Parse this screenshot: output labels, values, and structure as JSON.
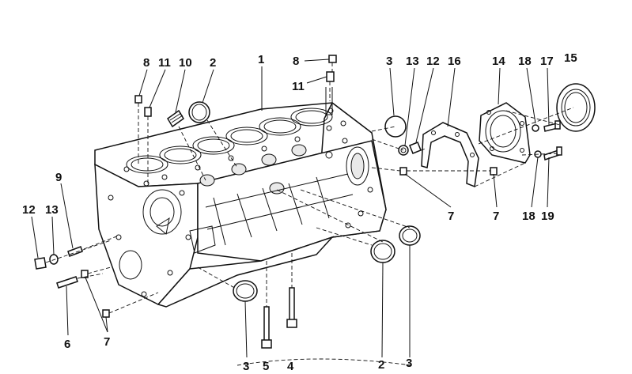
{
  "callouts": [
    {
      "id": "c-8-left",
      "text": "8"
    },
    {
      "id": "c-11-left",
      "text": "11"
    },
    {
      "id": "c-10",
      "text": "10"
    },
    {
      "id": "c-2-top",
      "text": "2"
    },
    {
      "id": "c-1",
      "text": "1"
    },
    {
      "id": "c-8-mid",
      "text": "8"
    },
    {
      "id": "c-11-mid",
      "text": "11"
    },
    {
      "id": "c-3-top",
      "text": "3"
    },
    {
      "id": "c-13-top",
      "text": "13"
    },
    {
      "id": "c-12-top",
      "text": "12"
    },
    {
      "id": "c-16",
      "text": "16"
    },
    {
      "id": "c-14",
      "text": "14"
    },
    {
      "id": "c-18-top",
      "text": "18"
    },
    {
      "id": "c-17",
      "text": "17"
    },
    {
      "id": "c-15",
      "text": "15"
    },
    {
      "id": "c-9",
      "text": "9"
    },
    {
      "id": "c-12-left",
      "text": "12"
    },
    {
      "id": "c-13-left",
      "text": "13"
    },
    {
      "id": "c-7-mid",
      "text": "7"
    },
    {
      "id": "c-7-right",
      "text": "7"
    },
    {
      "id": "c-18-bot",
      "text": "18"
    },
    {
      "id": "c-19",
      "text": "19"
    },
    {
      "id": "c-6",
      "text": "6"
    },
    {
      "id": "c-7-left",
      "text": "7"
    },
    {
      "id": "c-3-bot-l",
      "text": "3"
    },
    {
      "id": "c-5",
      "text": "5"
    },
    {
      "id": "c-4",
      "text": "4"
    },
    {
      "id": "c-2-bot",
      "text": "2"
    },
    {
      "id": "c-3-bot-r",
      "text": "3"
    }
  ]
}
